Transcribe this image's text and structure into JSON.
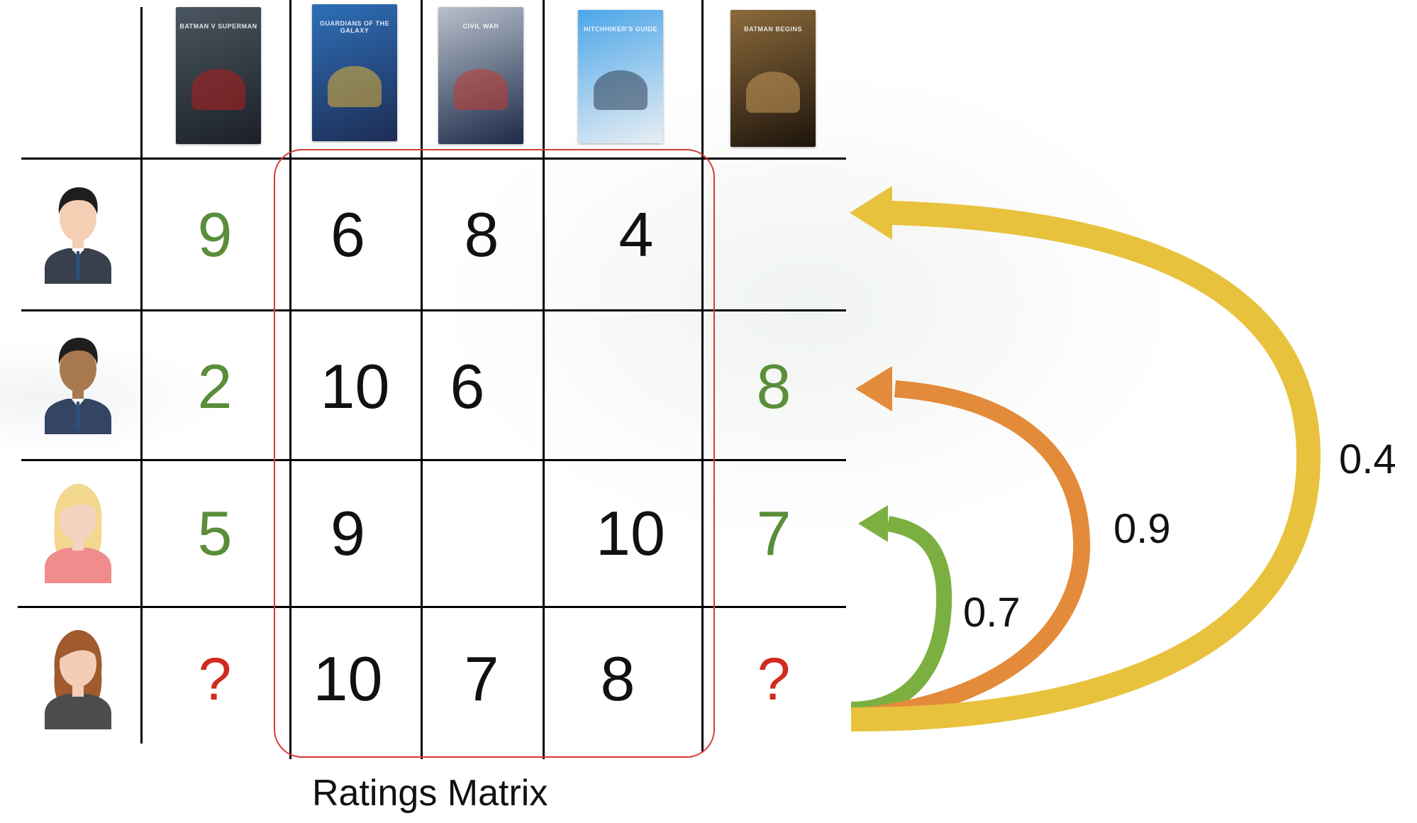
{
  "posters": [
    {
      "title": "Batman v Superman",
      "colors": [
        "#4a5660",
        "#1b2026"
      ],
      "accent": "#b51d1d"
    },
    {
      "title": "Guardians of the Galaxy",
      "colors": [
        "#2e6fb8",
        "#1d2d55"
      ],
      "accent": "#e3b335"
    },
    {
      "title": "Civil War",
      "colors": [
        "#b7c0cc",
        "#1c2a48"
      ],
      "accent": "#c13a2e"
    },
    {
      "title": "Hitchhiker's Guide",
      "colors": [
        "#4ca6e8",
        "#e8eef4"
      ],
      "accent": "#2b3d52"
    },
    {
      "title": "Batman Begins",
      "colors": [
        "#8c6a3c",
        "#1d140b"
      ],
      "accent": "#c99a5a"
    }
  ],
  "users": [
    {
      "icon": "male-user-icon",
      "skin": "#f4cfb4",
      "hair": "#1e1e1e",
      "shirt": "#37404b"
    },
    {
      "icon": "male-user-dark-icon",
      "skin": "#a8784f",
      "hair": "#1e1e1e",
      "shirt": "#344463"
    },
    {
      "icon": "female-user-blonde-icon",
      "skin": "#f6d3c0",
      "hair": "#f3d78f",
      "shirt": "#f08c8c"
    },
    {
      "icon": "female-user-brown-icon",
      "skin": "#f4cdb6",
      "hair": "#a05a2e",
      "shirt": "#4c4c4c"
    }
  ],
  "matrix": {
    "rows": [
      [
        "9",
        "6",
        "8",
        "4",
        ""
      ],
      [
        "2",
        "10",
        "6",
        "",
        "8"
      ],
      [
        "5",
        "9",
        "",
        "10",
        "7"
      ],
      [
        "?",
        "10",
        "7",
        "8",
        "?"
      ]
    ],
    "colors": {
      "known_edge": "#5a8e3a",
      "unknown": "#d12a1e",
      "inner": "#111111"
    }
  },
  "caption": "Ratings Matrix",
  "similarities": [
    {
      "label": "0.7",
      "color": "#7bb041",
      "target_user": 3
    },
    {
      "label": "0.9",
      "color": "#e38b3a",
      "target_user": 2
    },
    {
      "label": "0.4",
      "color": "#e8c23d",
      "target_user": 1
    }
  ],
  "highlight_box_color": "#d43b33"
}
